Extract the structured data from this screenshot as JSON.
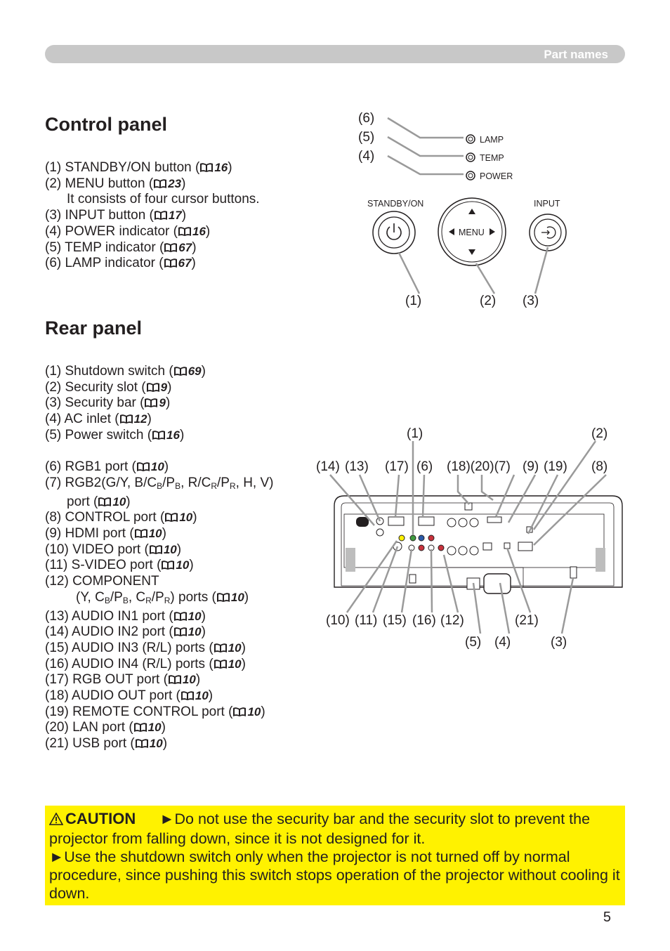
{
  "header": {
    "section_label": "Part names"
  },
  "control_panel": {
    "title": "Control panel",
    "items": [
      {
        "text": "(1) STANDBY/ON button (",
        "page": "16"
      },
      {
        "text": "(2) MENU button (",
        "page": "23"
      },
      {
        "text": "It consists of four cursor buttons.",
        "page": ""
      },
      {
        "text": "(3) INPUT button (",
        "page": "17"
      },
      {
        "text": "(4) POWER indicator (",
        "page": "16"
      },
      {
        "text": "(5) TEMP indicator (",
        "page": "67"
      },
      {
        "text": "(6) LAMP indicator (",
        "page": "67"
      }
    ],
    "diagram": {
      "indicator_labels": [
        "LAMP",
        "TEMP",
        "POWER"
      ],
      "button_labels": [
        "STANDBY/ON",
        "MENU",
        "INPUT"
      ],
      "callouts_left": [
        "(6)",
        "(5)",
        "(4)"
      ],
      "callouts_bottom": [
        "(1)",
        "(2)",
        "(3)"
      ]
    }
  },
  "rear_panel": {
    "title": "Rear panel",
    "items": [
      {
        "text": "(1) Shutdown switch (",
        "page": "69"
      },
      {
        "text": "(2) Security slot (",
        "page": "9"
      },
      {
        "text": "(3) Security bar (",
        "page": "9"
      },
      {
        "text": "(4) AC inlet (",
        "page": "12"
      },
      {
        "text": "(5) Power switch (",
        "page": "16"
      },
      {
        "text": "(6) RGB1 port (",
        "page": "10"
      },
      {
        "text": "(7) RGB2(G/Y, B/C",
        "page": ""
      },
      {
        "text": "port (",
        "page": "10"
      },
      {
        "text": "(8) CONTROL port (",
        "page": "10"
      },
      {
        "text": "(9) HDMI port (",
        "page": "10"
      },
      {
        "text": "(10) VIDEO port (",
        "page": "10"
      },
      {
        "text": "(11) S-VIDEO port (",
        "page": "10"
      },
      {
        "text": "(12) COMPONENT",
        "page": ""
      },
      {
        "text": "(Y, C",
        "page": "10"
      },
      {
        "text": "(13) AUDIO IN1 port (",
        "page": "10"
      },
      {
        "text": "(14) AUDIO IN2 port (",
        "page": "10"
      },
      {
        "text": "(15) AUDIO IN3 (R/L) ports (",
        "page": "10"
      },
      {
        "text": "(16) AUDIO IN4 (R/L) ports (",
        "page": "10"
      },
      {
        "text": "(17) RGB OUT port (",
        "page": "10"
      },
      {
        "text": "(18) AUDIO OUT port (",
        "page": "10"
      },
      {
        "text": "(19) REMOTE CONTROL port (",
        "page": "10"
      },
      {
        "text": "(20) LAN port (",
        "page": "10"
      },
      {
        "text": "(21) USB port (",
        "page": "10"
      }
    ],
    "diagram": {
      "callouts_top_row1": [
        "(1)",
        "(2)"
      ],
      "callouts_top_row2": [
        "(14)",
        "(13)",
        "(17)",
        "(6)",
        "(18)(20)(7)",
        "(9)",
        "(19)",
        "(8)"
      ],
      "callouts_bottom_row1": [
        "(10)",
        "(11)",
        "(15)",
        "(16)",
        "(12)",
        "(21)"
      ],
      "callouts_bottom_row2": [
        "(5)",
        "(4)",
        "(3)"
      ]
    }
  },
  "caution": {
    "heading": "CAUTION",
    "line1": "►Do not use the security bar and the security slot to prevent the projector from falling down, since it is not designed for it.",
    "line2": "►Use the shutdown switch only when the projector is not turned off by normal procedure, since pushing this switch stops operation of the projector without cooling it down."
  },
  "page_number": "5"
}
